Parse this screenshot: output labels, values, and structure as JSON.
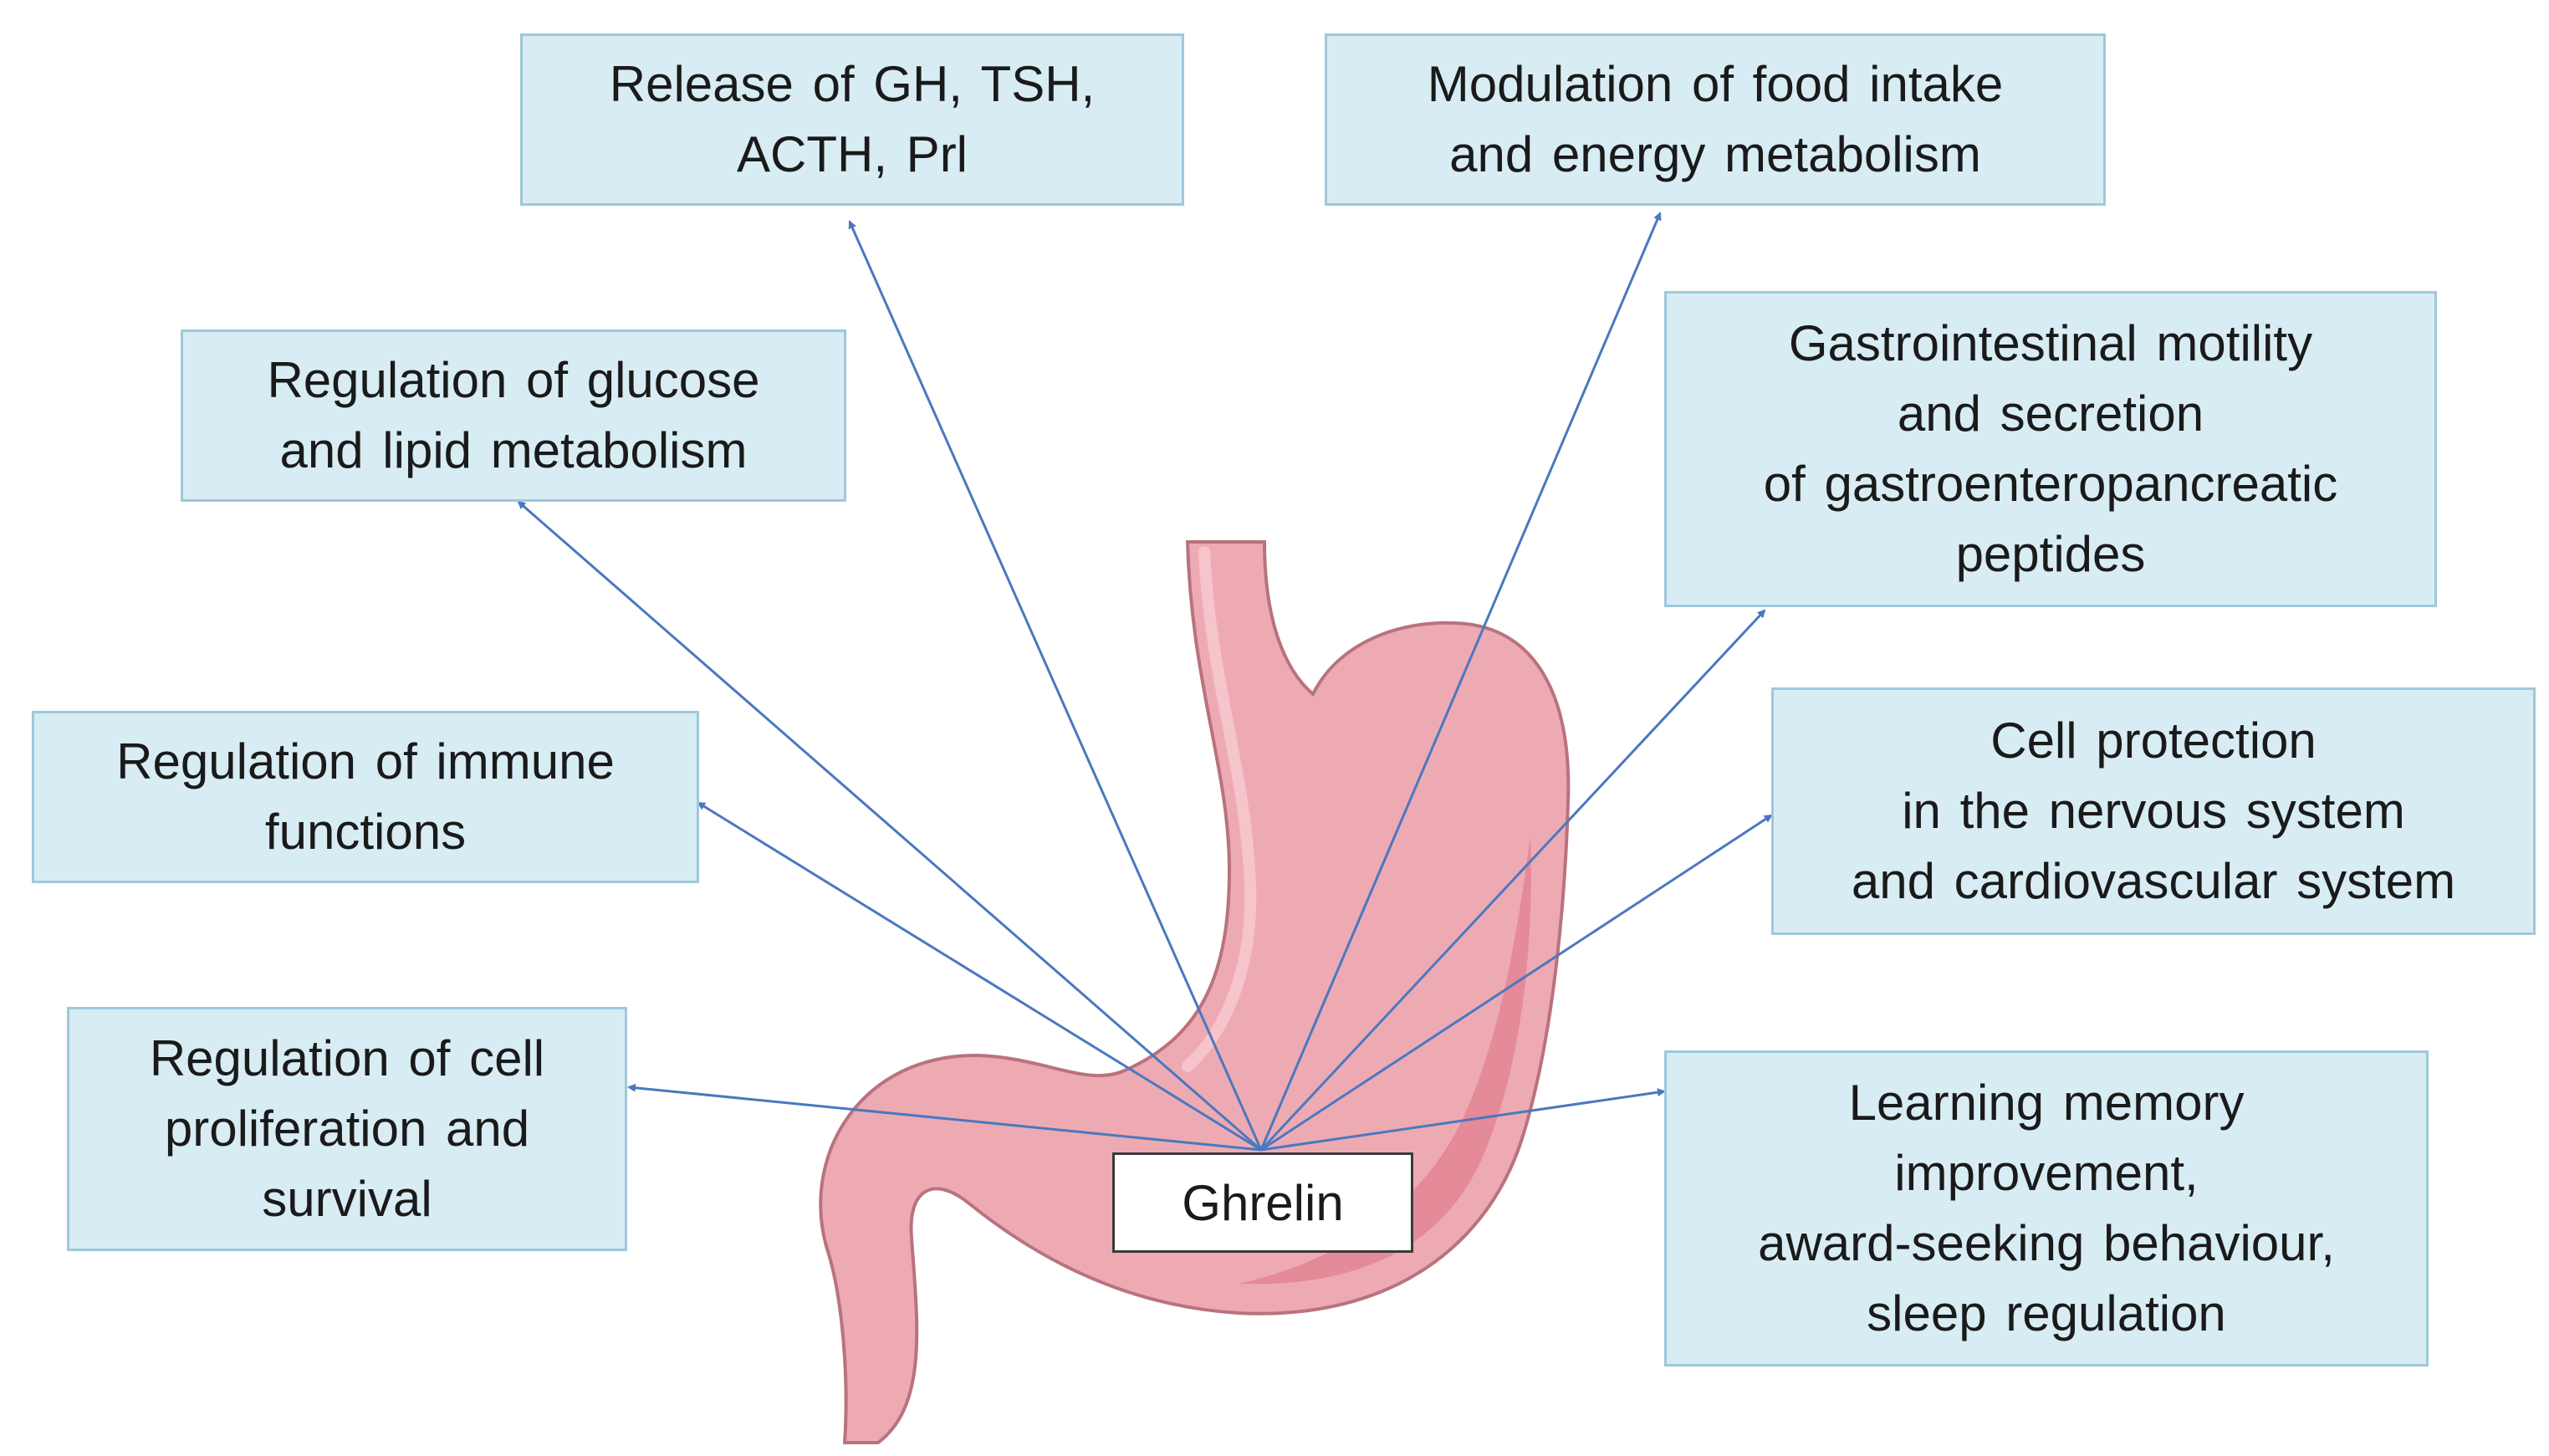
{
  "center_label": "Ghrelin",
  "colors": {
    "box_fill": "#d8ecf4",
    "box_border": "#9fc8db",
    "arrow": "#4a78c0",
    "stomach": "#eeaab3",
    "stomach_inner": "#e07f8f",
    "stomach_outline": "#b8737e"
  },
  "boxes": [
    {
      "id": "release",
      "lines": [
        "Release of GH, TSH,",
        "ACTH,  Prl"
      ]
    },
    {
      "id": "food",
      "lines": [
        "Modulation  of food intake",
        "and energy  metabolism"
      ]
    },
    {
      "id": "glucose",
      "lines": [
        "Regulation  of glucose",
        "and lipid  metabolism"
      ]
    },
    {
      "id": "gi",
      "lines": [
        "Gastrointestinal motility",
        "and secretion",
        "of gastroenteropancreatic",
        "peptides"
      ]
    },
    {
      "id": "immune",
      "lines": [
        "Regulation  of immune",
        "functions"
      ]
    },
    {
      "id": "protection",
      "lines": [
        "Cell protection",
        "in the nervous system",
        "and cardiovascular system"
      ]
    },
    {
      "id": "proliferation",
      "lines": [
        "Regulation  of cell",
        "proliferation and",
        "survival"
      ]
    },
    {
      "id": "learning",
      "lines": [
        "Learning memory",
        "improvement,",
        "award-seeking behaviour,",
        "sleep regulation"
      ]
    }
  ]
}
